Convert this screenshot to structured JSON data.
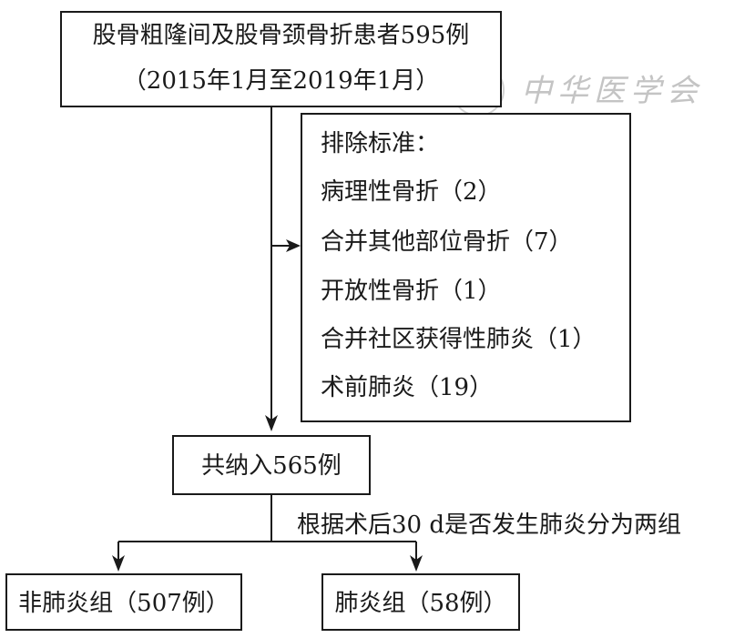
{
  "source_box": {
    "line1": "股骨粗隆间及股骨颈骨折患者595例",
    "line2": "（2015年1月至2019年1月）"
  },
  "exclusion_box": {
    "title": "排除标准：",
    "items": [
      "病理性骨折（2）",
      "合并其他部位骨折（7）",
      "开放性骨折（1）",
      "合并社区获得性肺炎（1）",
      "术前肺炎（19）"
    ]
  },
  "included_box": {
    "label": "共纳入565例"
  },
  "split_label": "根据术后30 d是否发生肺炎分为两组",
  "groups": [
    {
      "label": "非肺炎组（507例）"
    },
    {
      "label": "肺炎组（58例）"
    }
  ],
  "watermark": {
    "text": "中华医学会"
  }
}
